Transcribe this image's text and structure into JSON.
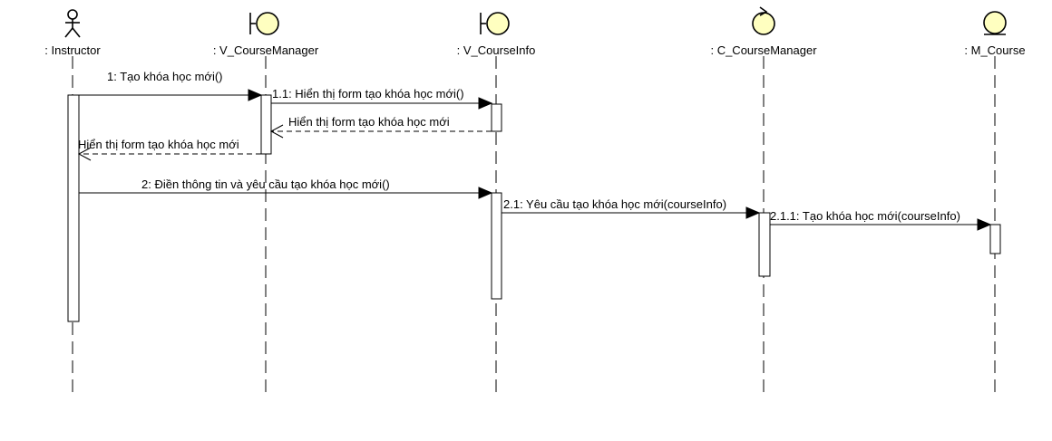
{
  "participants": [
    {
      "id": "instructor",
      "name": ": Instructor",
      "kind": "actor"
    },
    {
      "id": "v_coursemanager",
      "name": ": V_CourseManager",
      "kind": "boundary"
    },
    {
      "id": "v_courseinfo",
      "name": ": V_CourseInfo",
      "kind": "boundary"
    },
    {
      "id": "c_coursemanager",
      "name": ": C_CourseManager",
      "kind": "control"
    },
    {
      "id": "m_course",
      "name": ": M_Course",
      "kind": "entity"
    }
  ],
  "messages": [
    {
      "id": "m1",
      "label": "1: Tạo khóa học mới()",
      "from": "instructor",
      "to": "v_coursemanager",
      "kind": "call"
    },
    {
      "id": "m1_1",
      "label": "1.1: Hiển thị form tạo khóa học mới()",
      "from": "v_coursemanager",
      "to": "v_courseinfo",
      "kind": "call"
    },
    {
      "id": "r1_1",
      "label": "Hiển thị form tạo khóa học mới",
      "from": "v_courseinfo",
      "to": "v_coursemanager",
      "kind": "return"
    },
    {
      "id": "r1",
      "label": "Hiển thị form tạo khóa học mới",
      "from": "v_coursemanager",
      "to": "instructor",
      "kind": "return"
    },
    {
      "id": "m2",
      "label": "2: Điền thông tin và yêu cầu tạo khóa học mới()",
      "from": "instructor",
      "to": "v_courseinfo",
      "kind": "call"
    },
    {
      "id": "m2_1",
      "label": "2.1: Yêu cầu tạo khóa học mới(courseInfo)",
      "from": "v_courseinfo",
      "to": "c_coursemanager",
      "kind": "call"
    },
    {
      "id": "m2_1_1",
      "label": "2.1.1: Tạo khóa học mới(courseInfo)",
      "from": "c_coursemanager",
      "to": "m_course",
      "kind": "call"
    }
  ],
  "colors": {
    "icon_fill": "#ffffc0",
    "line": "#000000",
    "background": "#ffffff"
  }
}
